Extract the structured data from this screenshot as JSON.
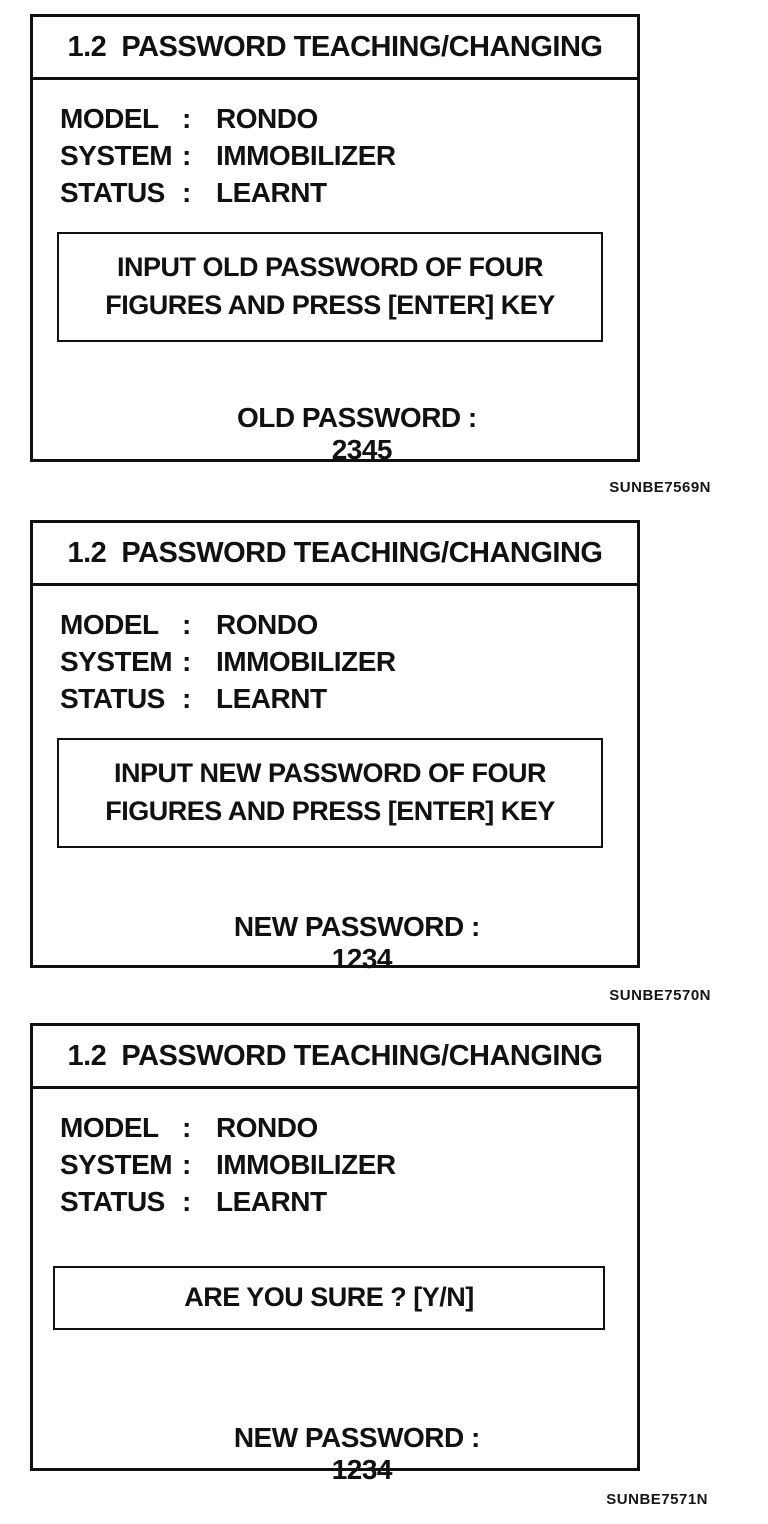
{
  "colors": {
    "ink": "#111111",
    "paper": "#ffffff"
  },
  "panels": [
    {
      "title": "1.2  PASSWORD TEACHING/CHANGING",
      "info_rows": [
        {
          "label": "MODEL",
          "colon": ":",
          "value": "RONDO"
        },
        {
          "label": "SYSTEM",
          "colon": ":",
          "value": "IMMOBILIZER"
        },
        {
          "label": "STATUS",
          "colon": ":",
          "value": "LEARNT"
        }
      ],
      "message_lines": [
        "INPUT OLD PASSWORD OF FOUR",
        "FIGURES AND PRESS [ENTER] KEY"
      ],
      "password_field": {
        "label": "OLD PASSWORD :",
        "value": "2345"
      },
      "figure_code": "SUNBE7569N"
    },
    {
      "title": "1.2  PASSWORD TEACHING/CHANGING",
      "info_rows": [
        {
          "label": "MODEL",
          "colon": ":",
          "value": "RONDO"
        },
        {
          "label": "SYSTEM",
          "colon": ":",
          "value": "IMMOBILIZER"
        },
        {
          "label": "STATUS",
          "colon": ":",
          "value": "LEARNT"
        }
      ],
      "message_lines": [
        "INPUT NEW PASSWORD OF FOUR",
        "FIGURES AND PRESS [ENTER] KEY"
      ],
      "password_field": {
        "label": "NEW PASSWORD :",
        "value": "1234"
      },
      "figure_code": "SUNBE7570N"
    },
    {
      "title": "1.2  PASSWORD TEACHING/CHANGING",
      "info_rows": [
        {
          "label": "MODEL",
          "colon": ":",
          "value": "RONDO"
        },
        {
          "label": "SYSTEM",
          "colon": ":",
          "value": "IMMOBILIZER"
        },
        {
          "label": "STATUS",
          "colon": ":",
          "value": "LEARNT"
        }
      ],
      "message_lines": [
        "ARE YOU SURE ? [Y/N]"
      ],
      "password_field": {
        "label": "NEW PASSWORD :",
        "value": "1234"
      },
      "figure_code": "SUNBE7571N"
    }
  ]
}
